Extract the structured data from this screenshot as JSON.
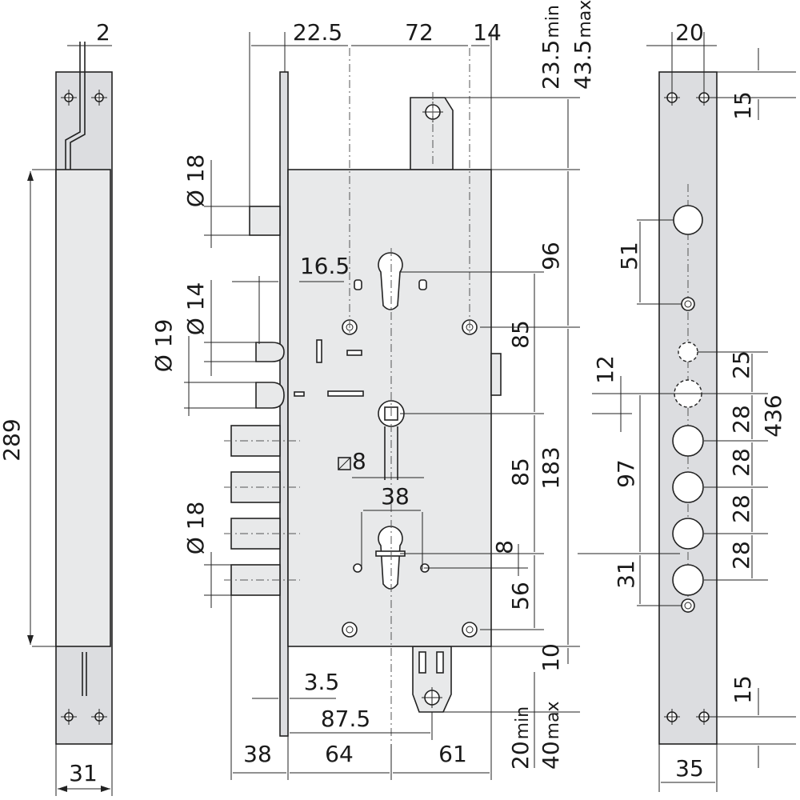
{
  "dimensions": {
    "d2": "2",
    "d289": "289",
    "d31": "31",
    "d22_5": "22.5",
    "d72": "72",
    "d14": "14",
    "d23_5min": "23.5",
    "d23_5min_sfx": "min",
    "d43_5max": "43.5",
    "d43_5max_sfx": "max",
    "d18a": "Ø 18",
    "d16_5": "16.5",
    "d14dia": "Ø 14",
    "d19dia": "Ø 19",
    "d96": "96",
    "d85a": "85",
    "d8sq": "8",
    "d85b": "85",
    "d183": "183",
    "d38a": "38",
    "d18b": "Ø 18",
    "d8": "8",
    "d56": "56",
    "d10": "10",
    "d3_5": "3.5",
    "d87_5": "87.5",
    "d38b": "38",
    "d64": "64",
    "d61": "61",
    "d20min": "20",
    "d20min_sfx": "min",
    "d40max": "40",
    "d40max_sfx": "max",
    "d20": "20",
    "d15a": "15",
    "d51": "51",
    "d12": "12",
    "d25": "25",
    "d436": "436",
    "d28a": "28",
    "d97": "97",
    "d28b": "28",
    "d28c": "28",
    "d31b": "31",
    "d28d": "28",
    "d15b": "15",
    "d35": "35"
  }
}
